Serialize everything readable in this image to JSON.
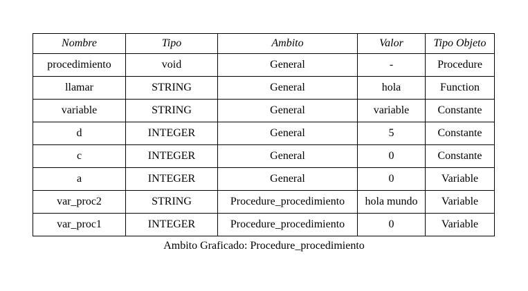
{
  "table": {
    "columns": [
      "Nombre",
      "Tipo",
      "Ambito",
      "Valor",
      "Tipo Objeto"
    ],
    "rows": [
      [
        "procedimiento",
        "void",
        "General",
        "-",
        "Procedure"
      ],
      [
        "llamar",
        "STRING",
        "General",
        "hola",
        "Function"
      ],
      [
        "variable",
        "STRING",
        "General",
        "variable",
        "Constante"
      ],
      [
        "d",
        "INTEGER",
        "General",
        "5",
        "Constante"
      ],
      [
        "c",
        "INTEGER",
        "General",
        "0",
        "Constante"
      ],
      [
        "a",
        "INTEGER",
        "General",
        "0",
        "Variable"
      ],
      [
        "var_proc2",
        "STRING",
        "Procedure_procedimiento",
        "hola mundo",
        "Variable"
      ],
      [
        "var_proc1",
        "INTEGER",
        "Procedure_procedimiento",
        "0",
        "Variable"
      ]
    ]
  },
  "caption": "Ambito Graficado: Procedure_procedimiento"
}
